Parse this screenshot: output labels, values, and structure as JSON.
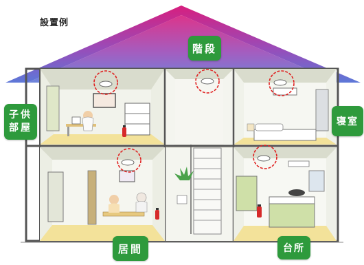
{
  "title": "設置例",
  "rooms": {
    "stairs": "階段",
    "kids_line1": "子供",
    "kids_line2": "部屋",
    "bedroom": "寝室",
    "living": "居間",
    "kitchen": "台所"
  },
  "colors": {
    "roof_top": "#d81e7e",
    "roof_bottom": "#6e6fd0",
    "label_green": "#2e9a3c",
    "detector_circle": "#e02020",
    "floor_yellow": "#f3e29a",
    "wall": "#c8c7b8"
  },
  "icons": [
    "smoke-detector-icon",
    "fire-extinguisher-icon"
  ]
}
